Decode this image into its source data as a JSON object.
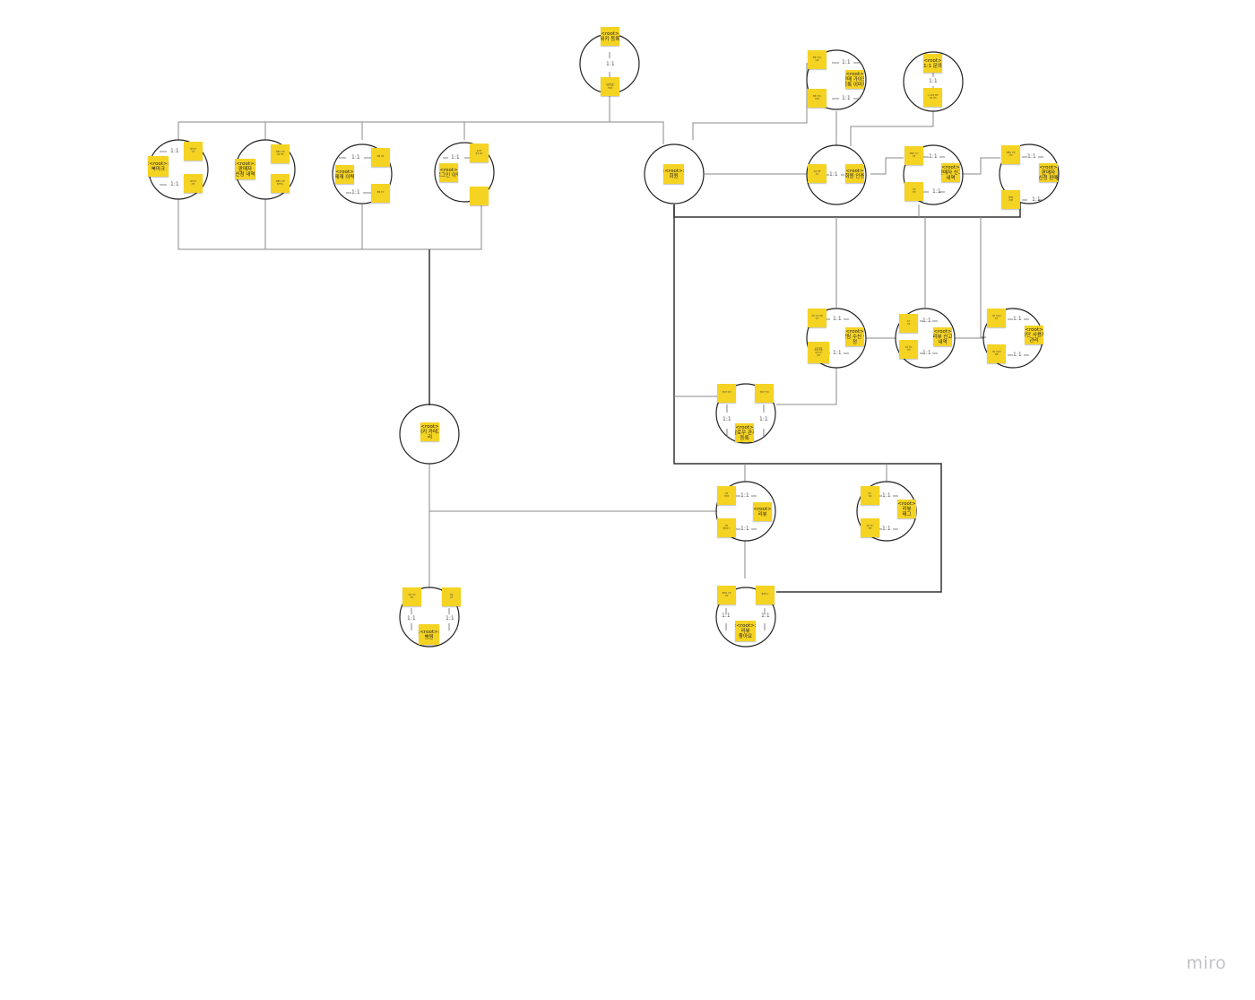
{
  "board": {
    "brand": "miro",
    "colors": {
      "sticky": "#f5d323",
      "line": "#8a8a8a",
      "thick_line": "#333333",
      "circle": "#222222"
    }
  },
  "clusters": [
    {
      "id": "c-wiki",
      "root": "<<root>>\n위키 등록",
      "notes": [
        "",
        "<<root>>\n위키 등록\n이미지"
      ],
      "rel": [
        "1:1"
      ]
    },
    {
      "id": "c-bookmark",
      "root": "<<root>>\n북마크",
      "notes": [
        "북마크한\n위키",
        "북마크한\n리뷰"
      ],
      "rel": [
        "1:1",
        "1:1"
      ]
    },
    {
      "id": "c-sellerreq",
      "root": "<<root>>\n판매자\n신청 내역",
      "notes": [
        "판매자 신청\n처리 상태",
        "판매자 신청\n첨부파일"
      ],
      "rel": []
    },
    {
      "id": "c-penalty",
      "root": "<<root>>\n제재 이력",
      "notes": [
        "제재 사유",
        "제재 기간"
      ],
      "rel": [
        "1:1",
        "1:1"
      ]
    },
    {
      "id": "c-login",
      "root": "<<root>>\n로그인 이력",
      "notes": [
        "로그인\n접속 정보"
      ],
      "rel": [
        "1:1"
      ]
    },
    {
      "id": "c-member",
      "root": "<<root>>\n회원",
      "notes": [],
      "rel": []
    },
    {
      "id": "c-guide",
      "root": "<<root>>\n판매 가이드\n등록 이미지",
      "notes": [
        "판매 가이드\n내용",
        "판매 가이드\n이미지"
      ],
      "rel": [
        "1:1",
        "1:1"
      ]
    },
    {
      "id": "c-inquiry",
      "root": "<<root>>\n1:1 문의",
      "notes": [
        "1:1 문의 답변\n처리 상태"
      ],
      "rel": [
        "1:1"
      ]
    },
    {
      "id": "c-auth",
      "root": "<<root>>\n회원 인증",
      "notes": [
        "회원 인증\n수단"
      ],
      "rel": [
        "1:1"
      ]
    },
    {
      "id": "c-penalty2",
      "root": "<<root>>\n판매자 신고\n내역",
      "notes": [
        "판매자 신고\n사유",
        "처리\n상태"
      ],
      "rel": [
        "1:1",
        "1:1"
      ]
    },
    {
      "id": "c-seller",
      "root": "<<root>>\n판매자\n신청 판매",
      "notes": [
        "판매자 신청\n상태",
        "판매자\n사업자"
      ],
      "rel": [
        "1:1",
        "1:1"
      ]
    },
    {
      "id": "c-notice",
      "root": "<<root>>\n알림 수신 설정",
      "notes": [
        "알림 수신 설정\n수단",
        "수신 설정\n카테고리별\n세부수신\n설정"
      ],
      "rel": [
        "1:1",
        "1:1"
      ]
    },
    {
      "id": "c-report",
      "root": "<<root>>\n리뷰 신고\n내역",
      "notes": [
        "신고\n사유",
        "처리 결과\n상태"
      ],
      "rel": [
        "1:1",
        "1:1"
      ]
    },
    {
      "id": "c-block",
      "root": "<<root>>\n차단 사용자\n관리",
      "notes": [
        "차단 사용자\n목록",
        "차단 사용자\n해제"
      ],
      "rel": [
        "1:1",
        "1:1"
      ]
    },
    {
      "id": "c-follow",
      "root": "<<root>>\n팔로우 관계\n등록",
      "notes": [
        "팔로우 대상",
        "팔로우 알림"
      ],
      "rel": [
        "1:1",
        "1:1"
      ]
    },
    {
      "id": "c-wikilist",
      "root": "<<root>>\n위키 카테고리",
      "notes": [],
      "rel": []
    },
    {
      "id": "c-review",
      "root": "<<root>>\n리뷰",
      "notes": [
        "리뷰\n이미지",
        "리뷰\n좋아요 수"
      ],
      "rel": [
        "1:1",
        "1:1"
      ]
    },
    {
      "id": "c-tag",
      "root": "<<root>>\n리뷰\n태그",
      "notes": [
        "태그\n이름",
        "리뷰 태그\n매핑"
      ],
      "rel": [
        "1:1",
        "1:1"
      ]
    },
    {
      "id": "c-product",
      "root": "<<root>>\n병원",
      "notes": [
        "병원 기본\n정보",
        "진료\n과목"
      ],
      "rel": [
        "1:1",
        "1:1"
      ]
    },
    {
      "id": "c-like",
      "root": "<<root>>\n리뷰\n좋아요",
      "notes": [
        "좋아요 누른\n회원",
        "좋아요 수"
      ],
      "rel": [
        "1:1",
        "1:1"
      ]
    }
  ]
}
